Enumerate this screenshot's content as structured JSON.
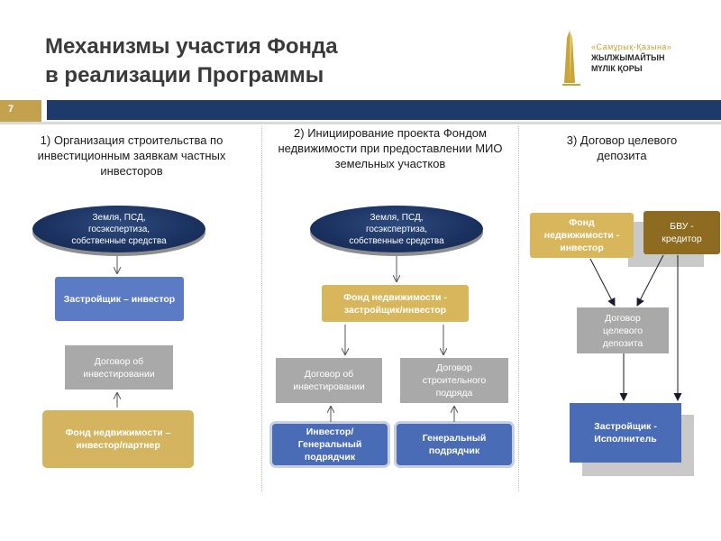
{
  "title": {
    "line1": "Механизмы участия Фонда",
    "line2": "в реализации Программы"
  },
  "logo": {
    "line1": "«Самұрық-Қазына»",
    "line2": "ЖЫЛЖЫМАЙТЫН",
    "line3": "МҮЛІК ҚОРЫ",
    "icon": "tower-logo-icon"
  },
  "slide_number": "7",
  "colors": {
    "navy": "#1d3a6b",
    "gold": "#c4a24d",
    "blue_box": "#5b7cc4",
    "grey_box": "#a9a9a9",
    "brown_box": "#8d6b20"
  },
  "columns": [
    {
      "heading": "1) Организация строительства по инвестиционным заявкам частных инвесторов",
      "ellipse": "Земля, ПСД, госэкспертиза, собственные средства",
      "developer": "Застройщик – инвестор",
      "contract": "Договор об инвестировании",
      "fund": "Фонд недвижимости – инвестор/партнер"
    },
    {
      "heading": "2) Инициирование проекта Фондом недвижимости при предоставлении МИО земельных участков",
      "ellipse": "Земля, ПСД, госэкспертиза, собственные средства",
      "fund": "Фонд недвижимости - застройщик/инвестор",
      "contract_left": "Договор об инвестировании",
      "contract_right": "Договор строительного подряда",
      "investor": "Инвестор/ Генеральный подрядчик",
      "contractor": "Генеральный подрядчик"
    },
    {
      "heading": "3) Договор целевого депозита",
      "fund": "Фонд недвижимости - инвестор",
      "bank": "БВУ - кредитор",
      "deposit": "Договор целевого депозита",
      "developer": "Застройщик - Исполнитель"
    }
  ]
}
